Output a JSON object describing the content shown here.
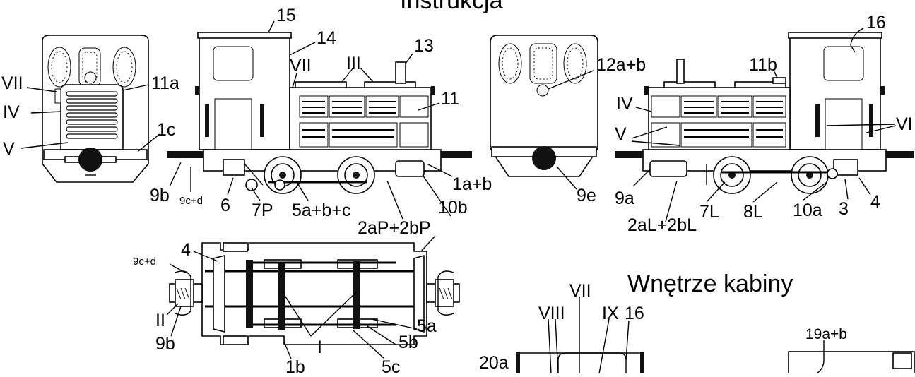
{
  "titles": {
    "main": "Instrukcja",
    "interior": "Wnętrze kabiny"
  },
  "labels": {
    "front": [
      "VII",
      "IV",
      "V",
      "11a",
      "1c",
      "9b",
      "9c+d"
    ],
    "left_side": [
      "15",
      "14",
      "13",
      "III",
      "VII",
      "11",
      "6",
      "7P",
      "5a+b+c",
      "2aP+2bP",
      "10b",
      "1a+b"
    ],
    "rear": [
      "12a+b",
      "9e"
    ],
    "right_side": [
      "16",
      "11b",
      "IV",
      "VI",
      "V",
      "9a",
      "2aL+2bL",
      "7L",
      "8L",
      "10a",
      "3",
      "4"
    ],
    "bottom": [
      "9c+d",
      "4",
      "II",
      "9b",
      "I",
      "1b",
      "5a",
      "5b",
      "5c"
    ],
    "interior": [
      "VII",
      "VIII",
      "IX",
      "16",
      "20a",
      "19a+b"
    ]
  }
}
